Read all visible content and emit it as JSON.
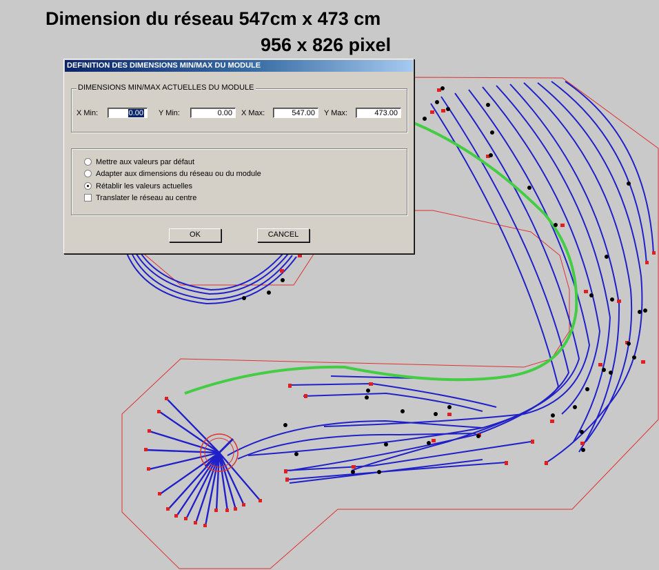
{
  "header": {
    "line1": "Dimension du réseau 547cm x 473 cm",
    "line2": "956 x 826 pixel"
  },
  "dialog": {
    "title": "DEFINITION DES DIMENSIONS MIN/MAX DU MODULE",
    "group_title": "DIMENSIONS MIN/MAX ACTUELLES DU MODULE",
    "fields": {
      "xmin": {
        "label": "X Min:",
        "value": "0.00"
      },
      "ymin": {
        "label": "Y Min:",
        "value": "0.00"
      },
      "xmax": {
        "label": "X Max:",
        "value": "547.00"
      },
      "ymax": {
        "label": "Y Max:",
        "value": "473.00"
      }
    },
    "options": [
      {
        "label": "Mettre aux valeurs par défaut",
        "selected": false
      },
      {
        "label": "Adapter aux dimensions du réseau ou du module",
        "selected": false
      },
      {
        "label": "Rétablir les valeurs actuelles",
        "selected": true
      }
    ],
    "checkbox": {
      "label": "Translater le réseau au centre",
      "checked": false
    },
    "buttons": {
      "ok": "OK",
      "cancel": "CANCEL"
    }
  },
  "colors": {
    "background": "#c9c9c9",
    "track": "#2020c8",
    "outline": "#e03030",
    "highlight_track": "#44cc44",
    "buffer": "#e02020",
    "marker": "#000000"
  }
}
